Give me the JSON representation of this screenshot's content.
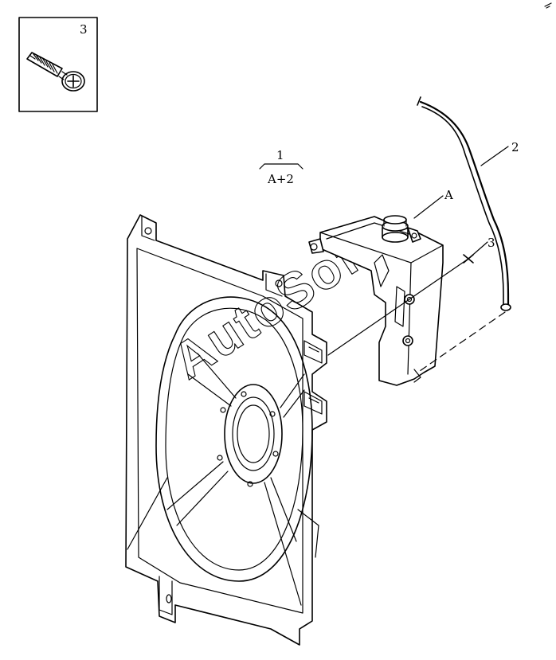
{
  "diagram": {
    "callouts": {
      "inset_screw": "3",
      "assembly": "1",
      "assembly_sub": "A+2",
      "hose": "2",
      "cap": "A",
      "screw": "3"
    },
    "watermark": "AutoSoft",
    "colors": {
      "ink": "#000000",
      "paper": "#ffffff"
    }
  }
}
